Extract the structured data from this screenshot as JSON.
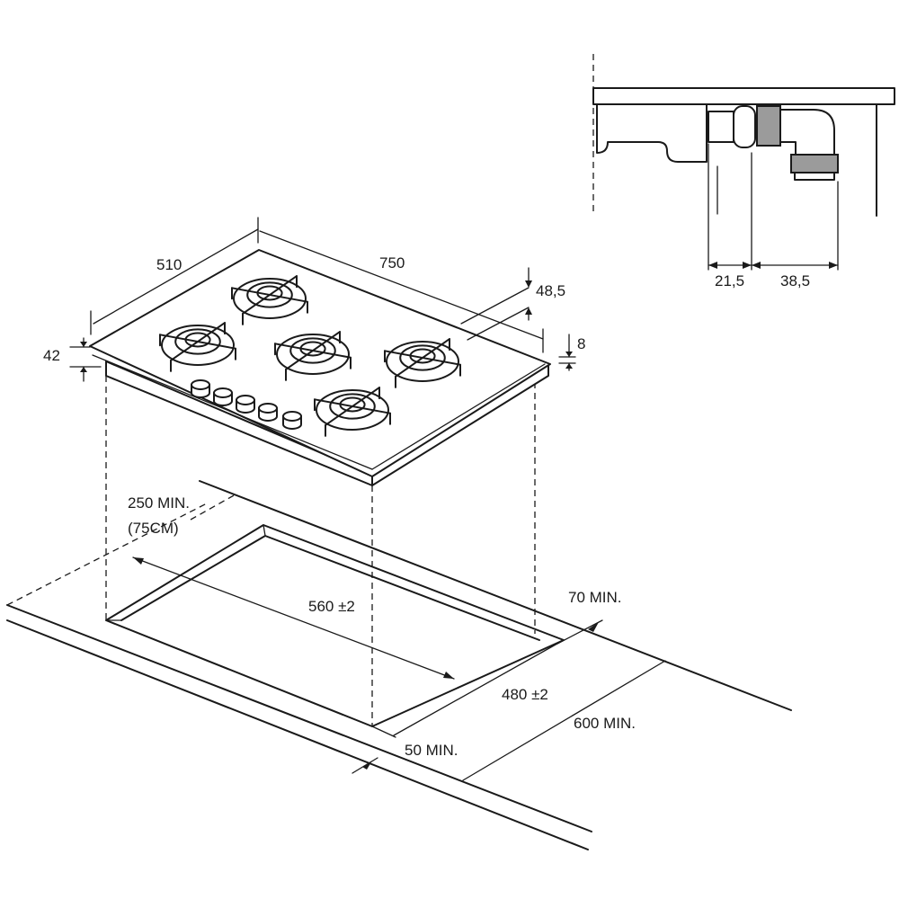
{
  "dimensions": {
    "depth": "510",
    "width": "750",
    "burner_height": "48,5",
    "glass_thickness": "8",
    "total_height": "42",
    "back_clearance": "250 MIN.",
    "back_clearance_alt": "(75CM)",
    "cutout_width": "560 ±2",
    "cutout_depth": "480 ±2",
    "side_clearance": "70 MIN.",
    "front_clearance": "50 MIN.",
    "worktop_depth": "600 MIN.",
    "gas_offset_a": "21,5",
    "gas_offset_b": "38,5"
  },
  "icons": {
    "burner": "pan-support-burner-icon",
    "knob": "control-knob-icon",
    "gas_connector": "gas-elbow-connector-icon"
  }
}
